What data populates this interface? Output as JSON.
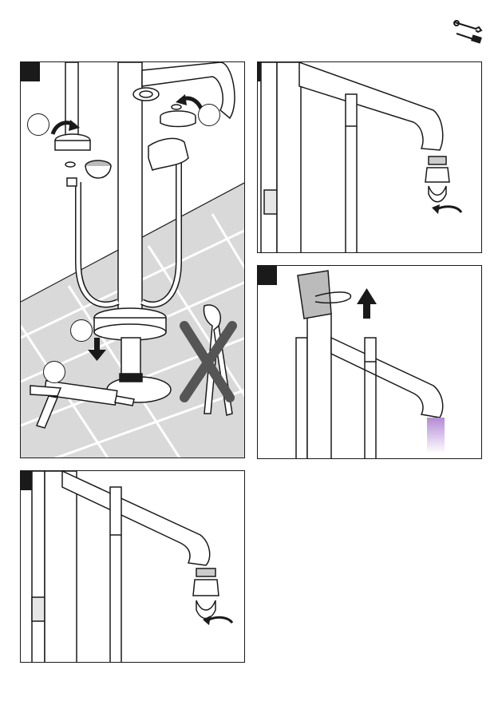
{
  "header": {
    "icon": "wrench-screwdriver-icon"
  },
  "colors": {
    "line": "#1a1a1a",
    "tile_floor": "#d9d9d9",
    "grout": "#ffffff",
    "light_glow": "#b48ad6",
    "hand": "#ffffff"
  },
  "panels": [
    {
      "name": "install-base-panel",
      "icons": [
        "hose-icon",
        "spout-icon",
        "hand-icon",
        "sealant-gun-icon",
        "pliers-crossed-icon",
        "arrow-down-icon"
      ]
    },
    {
      "name": "aerator-removal-panel-top",
      "icons": [
        "aerator-icon",
        "rotate-arrow-icon"
      ]
    },
    {
      "name": "handle-lift-panel",
      "icons": [
        "arrow-up-icon",
        "light-beam-icon"
      ]
    },
    {
      "name": "aerator-removal-panel-bottom",
      "icons": [
        "aerator-icon",
        "rotate-arrow-icon"
      ]
    }
  ]
}
